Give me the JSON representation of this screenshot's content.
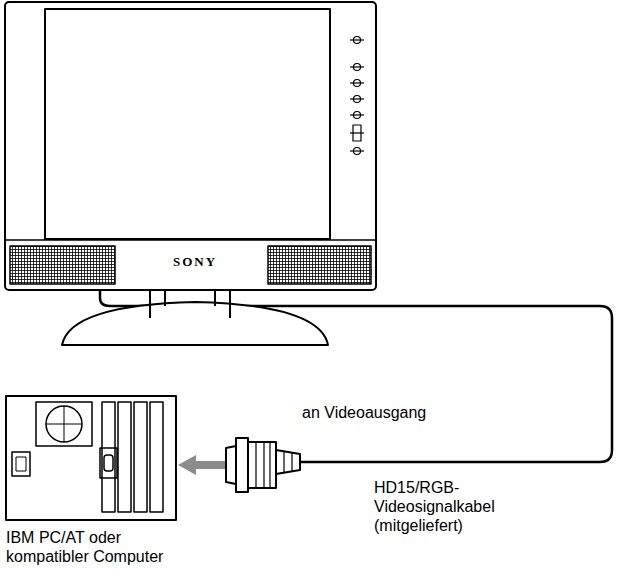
{
  "diagram": {
    "labels": [
      "SONY",
      "an Videoausgang",
      "HD15/RGB- Videosignalkabel (mitgeliefert)",
      "IBM PC/AT oder kompatibler Computer"
    ]
  }
}
